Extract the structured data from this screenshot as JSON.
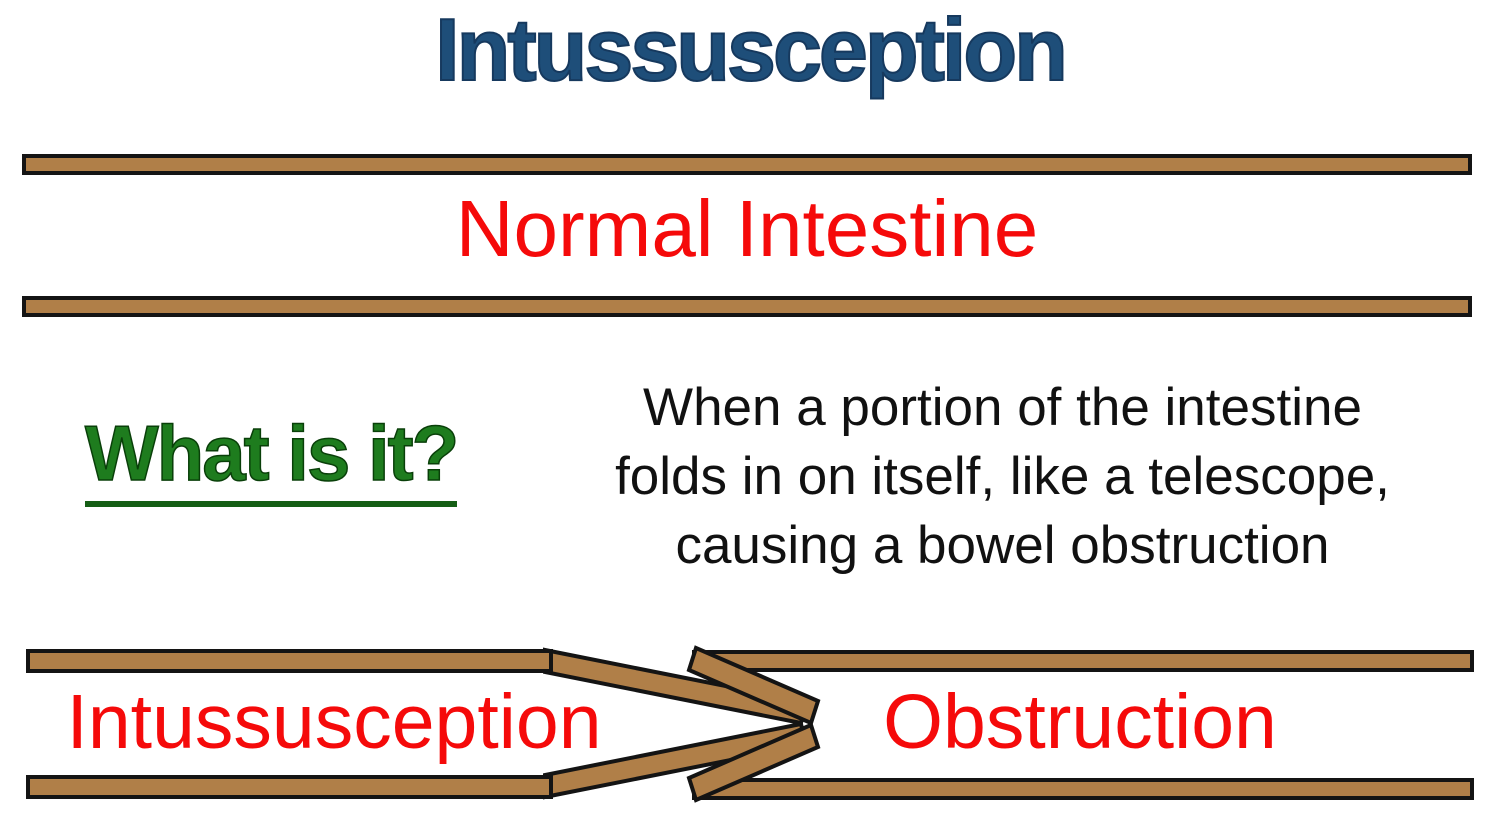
{
  "title": "Intussusception",
  "colors": {
    "title_blue": "#1E4E79",
    "title_outline": "#16395E",
    "label_red": "#F50A0A",
    "question_green": "#1E7C1E",
    "question_outline": "#093F09",
    "question_underline": "#155E15",
    "tube_brown": "#B07F48",
    "tube_outline": "#141414",
    "body_text": "#111111"
  },
  "normal_section": {
    "label": "Normal Intestine"
  },
  "definition": {
    "question": "What is it?",
    "lines": [
      "When a portion of the intestine",
      "folds in on itself, like a telescope,",
      "causing a bowel obstruction"
    ]
  },
  "diagram": {
    "left_label": "Intussusception",
    "right_label": "Obstruction"
  }
}
